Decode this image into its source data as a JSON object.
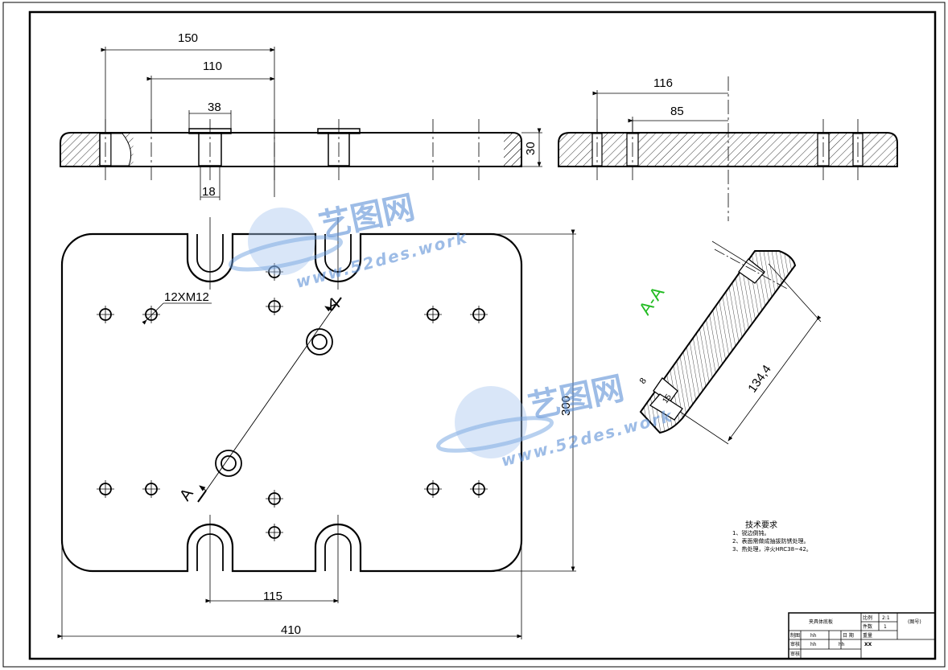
{
  "drawing": {
    "dimensions": {
      "d150": "150",
      "d110": "110",
      "d38": "38",
      "d18": "18",
      "d30": "30",
      "d116": "116",
      "d85": "85",
      "d300": "300",
      "d115": "115",
      "d410": "410",
      "d134": "134,4",
      "d8": "8",
      "d15": "15"
    },
    "thread_note": "12XM12",
    "section_label": "A-A",
    "section_mark": "A"
  },
  "tech_requirements": {
    "title": "技术要求",
    "items": [
      "1、锐边倒钝。",
      "2、表面需做成抽拔防锈处理。",
      "3、热处理，淬火HRC38~42。"
    ]
  },
  "title_block": {
    "part_name": "夹具体底板",
    "scale_label": "比例",
    "scale_value": "2:1",
    "qty_label": "件数",
    "qty_value": "1",
    "drawing_no": "(图号)",
    "draw_label": "制图",
    "draw_name": "hh",
    "date_label": "日 期",
    "weight_label": "重量",
    "check_label": "审核",
    "check_name": "hh",
    "check_name2": "hh",
    "org": "XX",
    "approve_label": "审核"
  },
  "watermark": {
    "brand": "艺图网",
    "url": "www.52des.work"
  }
}
